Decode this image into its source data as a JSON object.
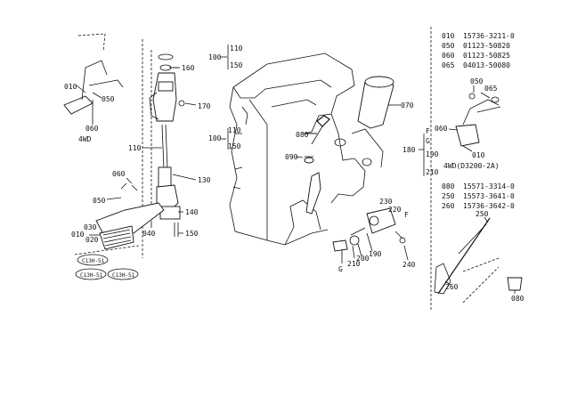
{
  "callouts": {
    "p010_top": "010",
    "p050_top": "050",
    "p060_top": "060",
    "wd4_left": "4WD",
    "p160": "160",
    "p170": "170",
    "p110": "110",
    "p130": "130",
    "p140": "140",
    "p150": "150",
    "p040": "040",
    "p060_mid": "060",
    "p050_mid": "050",
    "p010_bot": "010",
    "p030": "030",
    "p020": "020",
    "b100a": "100",
    "b110a": "110",
    "b150a": "150",
    "b100b": "100",
    "b110b": "110",
    "b150b": "150",
    "p070": "070",
    "p080": "080",
    "p090": "090",
    "b180": "180",
    "bF": "F",
    "bG": "G",
    "b190": "190",
    "b210": "210",
    "p230": "230",
    "p220": "220",
    "pF": "F",
    "p240": "240",
    "pG": "G",
    "p210": "210",
    "p200": "200",
    "p190": "190",
    "r050": "050",
    "r065": "065",
    "r060": "060",
    "r010": "010",
    "r4wd": "4WD(D3200-2A)",
    "r250": "250",
    "r260": "260",
    "r080": "080"
  },
  "parts_table_top": [
    {
      "no": "010",
      "part": "15736-3211-0"
    },
    {
      "no": "050",
      "part": "01123-50820"
    },
    {
      "no": "060",
      "part": "01123-50825"
    },
    {
      "no": "065",
      "part": "04013-50080"
    }
  ],
  "parts_table_bottom": [
    {
      "no": "080",
      "part": "15571-3314-0"
    },
    {
      "no": "250",
      "part": "15573-3641-0"
    },
    {
      "no": "260",
      "part": "15736-3642-0"
    }
  ],
  "stamps": [
    "C13H-51",
    "C13H-51",
    "C13H-51"
  ]
}
